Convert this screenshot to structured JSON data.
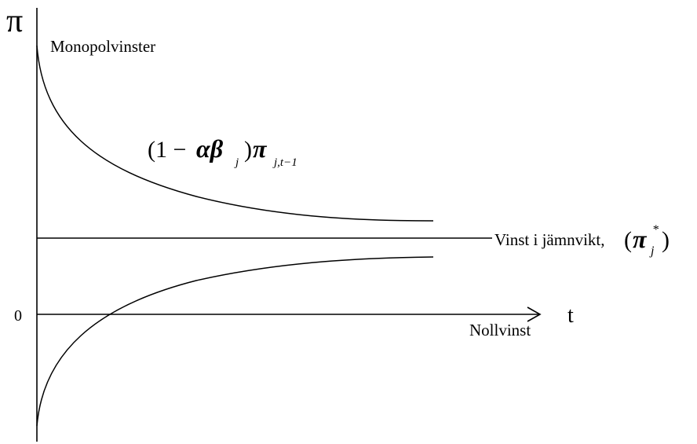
{
  "labels": {
    "y_axis": "π",
    "x_axis": "t",
    "origin": "0",
    "monopoly": "Monopolvinster",
    "equilibrium_text": "Vinst i jämnvikt,",
    "zero_profit": "Nollvinst"
  },
  "formula": {
    "open": "(1 − ",
    "alpha_beta": "αβ",
    "beta_sub": "j",
    "close": ")",
    "pi": "π",
    "pi_sub": "j,t−1"
  },
  "equilibrium_formula": {
    "open": "(",
    "pi": "π",
    "sup": "*",
    "sub": "j",
    "close": ")"
  }
}
